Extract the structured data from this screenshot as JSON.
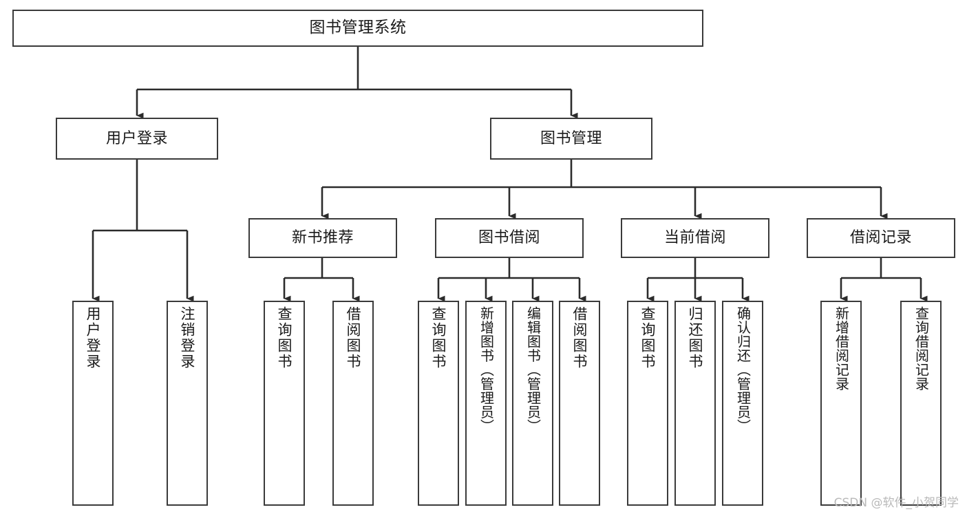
{
  "diagram": {
    "title": "图书管理系统",
    "type": "tree-hierarchy-chart",
    "orientation": "top-down",
    "style": {
      "box_stroke": "#3a3a3a",
      "box_fill": "#ffffff",
      "edge_color": "#2b2b2b",
      "text_color": "#1a1a1a",
      "background": "#ffffff",
      "watermark_color": "#b9b9b9"
    }
  },
  "nodes": {
    "root": {
      "label": "图书管理系统"
    },
    "level2": [
      {
        "label": "用户登录"
      },
      {
        "label": "图书管理"
      }
    ],
    "level3": [
      {
        "label": "新书推荐"
      },
      {
        "label": "图书借阅"
      },
      {
        "label": "当前借阅"
      },
      {
        "label": "借阅记录"
      }
    ],
    "leaves": {
      "user_login": [
        {
          "label": "用户登录"
        },
        {
          "label": "注销登录"
        }
      ],
      "new_book_recommend": [
        {
          "label": "查询图书"
        },
        {
          "label": "借阅图书"
        }
      ],
      "book_borrow": [
        {
          "label": "查询图书"
        },
        {
          "label": "新增图书（管理员）"
        },
        {
          "label": "编辑图书（管理员）"
        },
        {
          "label": "借阅图书"
        }
      ],
      "current_borrow": [
        {
          "label": "查询图书"
        },
        {
          "label": "归还图书"
        },
        {
          "label": "确认归还（管理员）"
        }
      ],
      "borrow_record": [
        {
          "label": "新增借阅记录"
        },
        {
          "label": "查询借阅记录"
        }
      ]
    }
  },
  "watermark": {
    "text": "CSDN @软件_小贺同学"
  }
}
